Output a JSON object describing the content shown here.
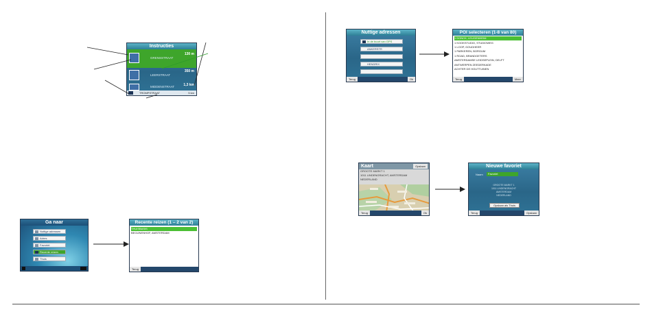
{
  "colors": {
    "selection": "#4bbf34",
    "title_bar": "#3a94ad",
    "screen_blue": "#2f7396",
    "frame": "#26384f"
  },
  "instructions_screen": {
    "title": "Instructies",
    "rows": [
      {
        "street": "GRENSSTRAAT",
        "distance": "130 m",
        "icon": "turn-left-arrow-icon"
      },
      {
        "street": "LEERSTRAAT",
        "distance": "350 m",
        "icon": "turn-right-arrow-icon"
      },
      {
        "street": "MIDDENSTRAAT",
        "distance": "1,3 km",
        "icon": "turn-right-arrow-icon"
      }
    ],
    "footer_street": "TROMPSTRAAT",
    "footer_right": "5 km"
  },
  "go_to_screen": {
    "title": "Ga naar",
    "items": [
      "Nuttige adressen",
      "Adres",
      "Favoriet",
      "Recente reizen",
      "Thuis"
    ]
  },
  "recent_trips_screen": {
    "title": "Recente reizen (1 – 2 van 2)",
    "items": [
      "THUISBASIS",
      "BEGIJNENHOF, AMSTERDAM"
    ],
    "back_button": "Terug"
  },
  "useful_addresses_screen": {
    "title": "Nuttige adressen",
    "fields": [
      "In de buurt van GPS",
      "ANKERSTR",
      "HENDRIX",
      "",
      ""
    ],
    "back_button": "Terug",
    "ok_button": "Ok"
  },
  "poi_screen": {
    "title": "POI selecteren (1-8 van 80)",
    "items": [
      "1 DONCK, LEUGENHEIM",
      "1 KOOKSTUDIO, STUDIOWEG",
      "1 LOOP, GOUDHEER",
      "1 PARKEREN, BORGUM",
      "1 ROAD, BRANDGETERS",
      "AMSTERDAMSE LEIDSEPLEIN, DELFT",
      "ANTWERPEN ZEEDERKADE",
      "ACHTER DE HOUTTUINEN"
    ],
    "back_button": "Terug",
    "more_button": "Meer"
  },
  "map_screen": {
    "title": "Kaart",
    "save_button": "Opslaan",
    "info_lines": [
      "GROOTE MARKT 1",
      "1011 LINDENGRACHT, AMSTERDAM",
      "NEDERLAND"
    ],
    "back_button": "Terug",
    "ok_button": "Ok"
  },
  "new_favorite_screen": {
    "title": "Nieuwe favoriet",
    "name_label": "Naam",
    "name_value": "Favoriet",
    "details": [
      "GROOTE MARKT 1",
      "1011 LINDENGRACHT",
      "AMSTERDAM",
      "NEDERLAND"
    ],
    "save_as_home_button": "Opslaan als Thuis",
    "back_button": "Terug",
    "save_button": "Opslaan"
  }
}
